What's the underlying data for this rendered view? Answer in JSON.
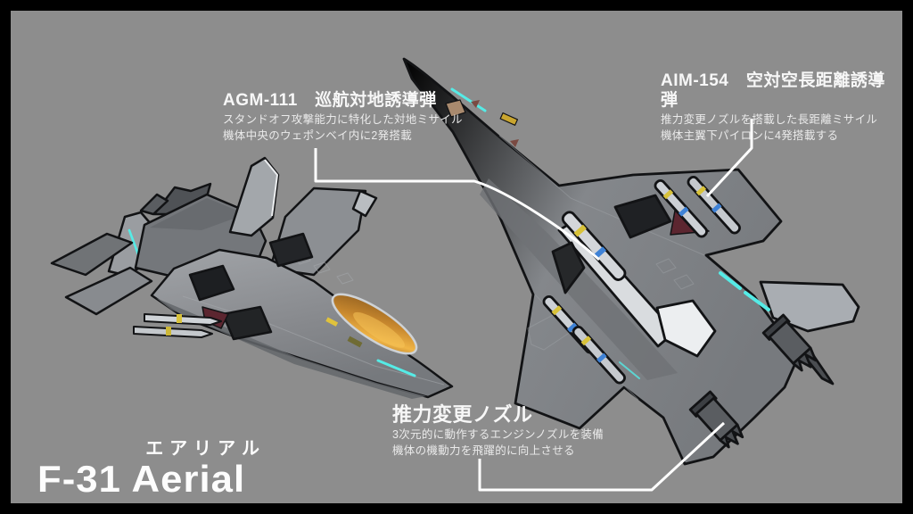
{
  "title": {
    "jp": "エアリアル",
    "en": "F-31 Aerial"
  },
  "callouts": {
    "agm": {
      "heading": "AGM-111　巡航対地誘導弾",
      "line1": "スタンドオフ攻撃能力に特化した対地ミサイル",
      "line2": "機体中央のウェポンベイ内に2発搭載"
    },
    "aim": {
      "heading": "AIM-154　空対空長距離誘導弾",
      "line1": "推力変更ノズルを搭載した長距離ミサイル",
      "line2": "機体主翼下パイロンに4発搭載する"
    },
    "nozzle": {
      "heading": "推力変更ノズル",
      "line1": "3次元的に動作するエンジンノズルを装備",
      "line2": "機体の機動力を飛躍的に向上させる"
    }
  },
  "palette": {
    "background": "#8d8d8d",
    "frame": "#000000",
    "airframe_light": "#9b9ea2",
    "airframe_dark": "#6a6d71",
    "intake_black": "#1f2124",
    "accent_cyan": "#55ebe6",
    "canopy_gold": "#d99a35",
    "warning_red": "#5c2630",
    "leader_line": "#ffffff",
    "text": "#f2f2f2"
  }
}
